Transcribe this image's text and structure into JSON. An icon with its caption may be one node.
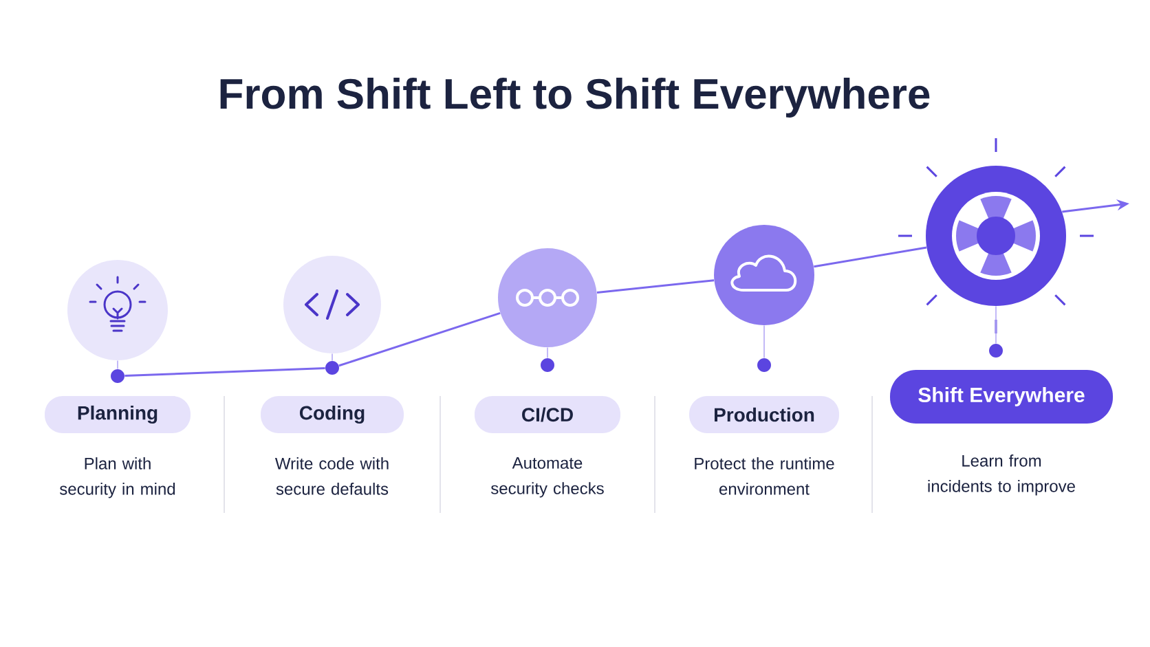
{
  "diagram": {
    "title": "From Shift Left to Shift Everywhere",
    "nodes": [
      {
        "text": [],
        "shape": "circle"
      },
      {
        "text": [],
        "shape": "circle"
      },
      {
        "text": [],
        "shape": "circle"
      },
      {
        "text": [],
        "shape": "circle"
      },
      {
        "text": [],
        "shape": "circle"
      },
      {
        "text": [],
        "shape": "circle"
      },
      {
        "text": [],
        "shape": "circle"
      },
      {
        "text": [],
        "shape": "circle"
      },
      {
        "text": [],
        "shape": "circle"
      },
      {
        "text": [],
        "shape": "circle"
      },
      {
        "text": [
          "Planning"
        ],
        "beside": [
          "Plan with security in mind"
        ]
      },
      {
        "text": [
          "Coding"
        ],
        "beside": [
          "Write code with secure defaults"
        ]
      },
      {
        "text": [
          "CI/CD"
        ],
        "beside": [
          "Automate security checks"
        ]
      },
      {
        "text": [
          "Production"
        ],
        "beside": [
          "Protect the runtime environment"
        ]
      },
      {
        "text": [
          "Shift Everywhere"
        ],
        "beside": [
          "Learn from incidents to improve"
        ]
      }
    ],
    "edges": [
      {
        "from": 0,
        "to": 5,
        "arrow": "none"
      },
      {
        "from": 1,
        "to": 6,
        "arrow": "none"
      },
      {
        "from": 2,
        "to": 7,
        "arrow": "none"
      },
      {
        "from": 3,
        "to": 8,
        "arrow": "none"
      },
      {
        "from": 4,
        "to": 9,
        "arrow": "none"
      },
      {
        "from": 5,
        "to": 6,
        "arrow": "none"
      },
      {
        "from": 6,
        "to": 2,
        "arrow": "none"
      },
      {
        "from": 2,
        "to": 3,
        "arrow": "none"
      },
      {
        "from": 3,
        "to": 4,
        "arrow": "none"
      },
      {
        "from": 4,
        "to": null,
        "arrow": "to"
      }
    ]
  }
}
